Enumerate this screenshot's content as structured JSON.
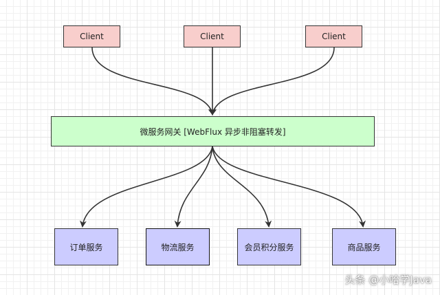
{
  "clients": [
    {
      "label": "Client"
    },
    {
      "label": "Client"
    },
    {
      "label": "Client"
    }
  ],
  "gateway": {
    "label": "微服务网关 [WebFlux 异步非阻塞转发]"
  },
  "services": [
    {
      "label": "订单服务"
    },
    {
      "label": "物流服务"
    },
    {
      "label": "会员积分服务"
    },
    {
      "label": "商品服务"
    }
  ],
  "watermark": {
    "text": "头条 @小哈学Java"
  },
  "colors": {
    "client_fill": "#f8cecc",
    "gateway_fill": "#ccffcc",
    "service_fill": "#ccccff",
    "edge": "#333333"
  }
}
